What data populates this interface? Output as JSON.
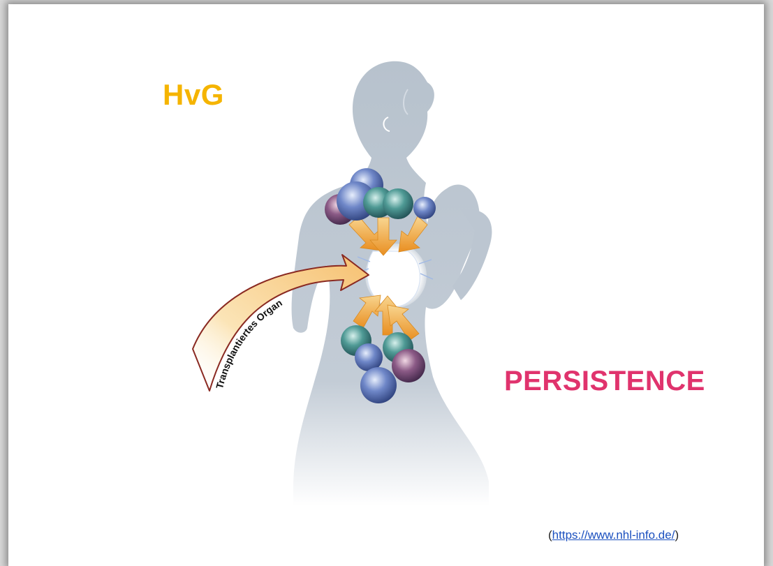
{
  "labels": {
    "left_heading": "HvG",
    "right_heading": "PERSISTENCE",
    "arrow_label": "Transplantiertes Organ"
  },
  "source": {
    "open": "(",
    "link_text": "https://www.nhl-info.de/",
    "close": ")"
  },
  "colors": {
    "left_heading": "#f5b400",
    "right_heading": "#e0336d",
    "link": "#1a4fbf",
    "silhouette": "#b9c3ce",
    "arrow_orange": "#f2a93b"
  },
  "icons": {
    "silhouette": "human-silhouette-icon",
    "cells": "immune-cell-icon",
    "organ": "organ-icon"
  }
}
